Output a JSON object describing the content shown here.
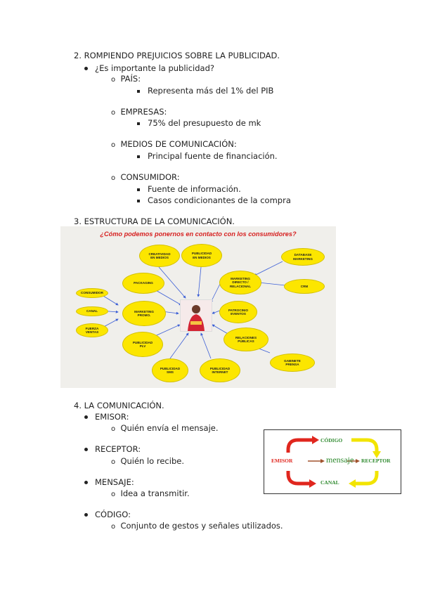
{
  "section2": {
    "heading": "2.  ROMPIENDO PREJUICIOS SOBRE LA PUBLICIDAD.",
    "question": "¿Es importante la publicidad?",
    "groups": [
      {
        "label": "PAÍS:",
        "items": [
          "Representa más del 1% del PIB"
        ]
      },
      {
        "label": "EMPRESAS:",
        "items": [
          "75% del presupuesto de mk"
        ]
      },
      {
        "label": "MEDIOS DE COMUNICACIÓN:",
        "items": [
          "Principal fuente de financiación."
        ]
      },
      {
        "label": "CONSUMIDOR:",
        "items": [
          "Fuente de información.",
          "Casos condicionantes de la compra"
        ]
      }
    ]
  },
  "section3": {
    "heading": "3.  ESTRUCTURA DE LA COMUNICACIÓN.",
    "mindmap": {
      "title": "¿Cómo podemos ponernos en contacto con los consumidores?",
      "nodes": {
        "creatividad": "CREATIVIDAD\nEN MEDIOS",
        "publicidad_medios": "PUBLICIDAD\nEN MEDIOS",
        "database": "DATABASE\nMARKETING",
        "packaging": "PACKAGING",
        "marketing_directo": "MARKETING\nDIRECTO /\nRELACIONAL",
        "crm": "CRM",
        "consumidor": "CONSUMIDOR",
        "canal": "CANAL",
        "fuerza_ventas": "FUERZA\nVENTAS",
        "marketing_promo": "MARKETING\nPROMO.",
        "patrocinio": "PATROCINIO\nEVENTOS",
        "publicidad_plv": "PUBLICIDAD\nPLV",
        "relaciones": "RELACIONES\nPÚBLICAS",
        "gabinete": "GABINETE\nPRENSA",
        "publicidad_sms": "PUBLICIDAD\nSMS",
        "publicidad_internet": "PUBLICIDAD\nINTERNET"
      }
    }
  },
  "section4": {
    "heading": "4.  LA COMUNICACIÓN.",
    "items": [
      {
        "label": "EMISOR:",
        "sub": "Quién envía el mensaje."
      },
      {
        "label": "RECEPTOR:",
        "sub": "Quién lo recibe."
      },
      {
        "label": "MENSAJE:",
        "sub": "Idea a transmitir."
      },
      {
        "label": "CÓDIGO:",
        "sub": "Conjunto de gestos y señales utilizados."
      }
    ],
    "diagram": {
      "codigo": "CÓDIGO",
      "emisor": "EMISOR",
      "mensaje": "mensaje",
      "receptor": "RECEPTOR",
      "canal": "CANAL",
      "colors": {
        "red": "#e0261e",
        "yellow": "#f2e400",
        "green": "#2f8a2f",
        "brown": "#a0522d"
      }
    }
  }
}
